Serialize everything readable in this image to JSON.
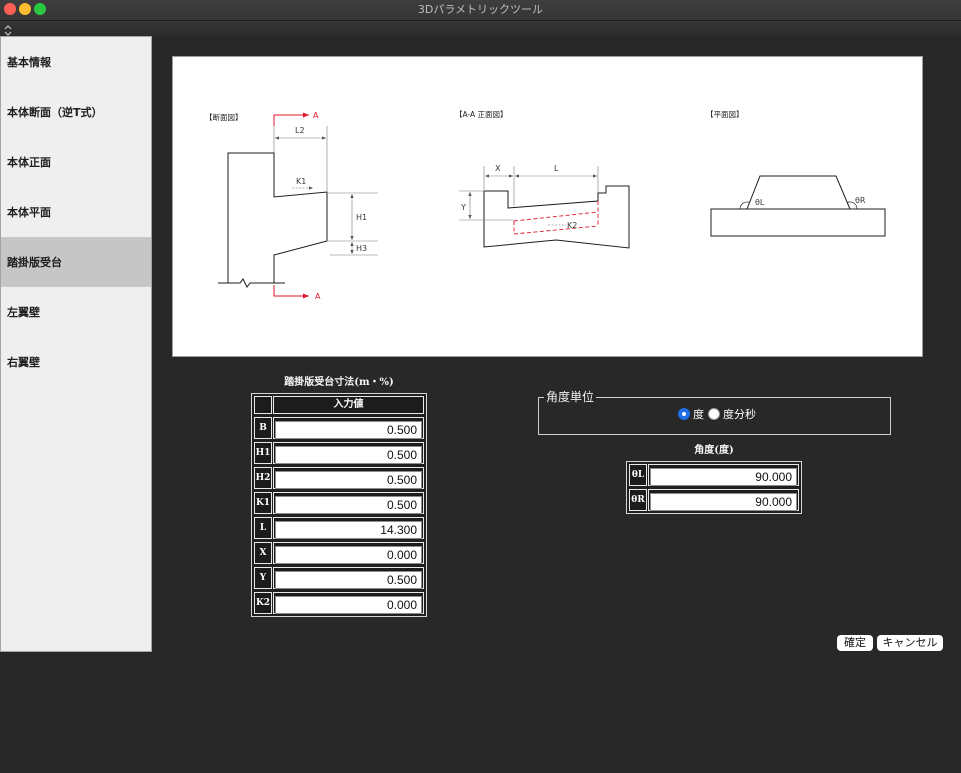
{
  "window": {
    "title": "3Dパラメトリックツール"
  },
  "colors": {
    "window_bg": "#282828",
    "sidebar_bg": "#efefef",
    "sidebar_selected_bg": "#c6c6c6",
    "accent": "#1f6fe5",
    "annotation_red": "#e0162b",
    "close": "#fe5f57",
    "minimize": "#febc2e",
    "zoom": "#28c840"
  },
  "toolbar": {
    "icon": "up-down-chevron-icon"
  },
  "sidebar": {
    "items": [
      {
        "label": "基本情報",
        "selected": false
      },
      {
        "label": "本体断面（逆T式）",
        "selected": false
      },
      {
        "label": "本体正面",
        "selected": false
      },
      {
        "label": "本体平面",
        "selected": false
      },
      {
        "label": "踏掛版受台",
        "selected": true
      },
      {
        "label": "左翼壁",
        "selected": false
      },
      {
        "label": "右翼壁",
        "selected": false
      }
    ]
  },
  "drawing": {
    "section": {
      "title": "【断面図】",
      "cut_top": "A",
      "cut_bottom": "A",
      "l2": "L2",
      "k1": "K1",
      "h1": "H1",
      "h3": "H3"
    },
    "front": {
      "title": "【A-A 正面図】",
      "x": "X",
      "l": "L",
      "y": "Y",
      "k2": "K2"
    },
    "plan": {
      "title": "【平面図】",
      "theta_l": "θL",
      "theta_r": "θR"
    }
  },
  "dimensions_table": {
    "title": "踏掛版受台寸法(m・%)",
    "header": "入力値",
    "rows": [
      {
        "label": "B",
        "value": "0.500"
      },
      {
        "label": "H1",
        "value": "0.500"
      },
      {
        "label": "H2",
        "value": "0.500"
      },
      {
        "label": "K1",
        "value": "0.500"
      },
      {
        "label": "L",
        "value": "14.300"
      },
      {
        "label": "X",
        "value": "0.000"
      },
      {
        "label": "Y",
        "value": "0.500"
      },
      {
        "label": "K2",
        "value": "0.000"
      }
    ]
  },
  "angle_unit": {
    "legend": "角度単位",
    "options": [
      {
        "label": "度",
        "selected": true
      },
      {
        "label": "度分秒",
        "selected": false
      }
    ]
  },
  "angle_table": {
    "title": "角度(度)",
    "rows": [
      {
        "label": "θL",
        "value": "90.000"
      },
      {
        "label": "θR",
        "value": "90.000"
      }
    ]
  },
  "buttons": {
    "confirm": "確定",
    "cancel": "キャンセル"
  }
}
